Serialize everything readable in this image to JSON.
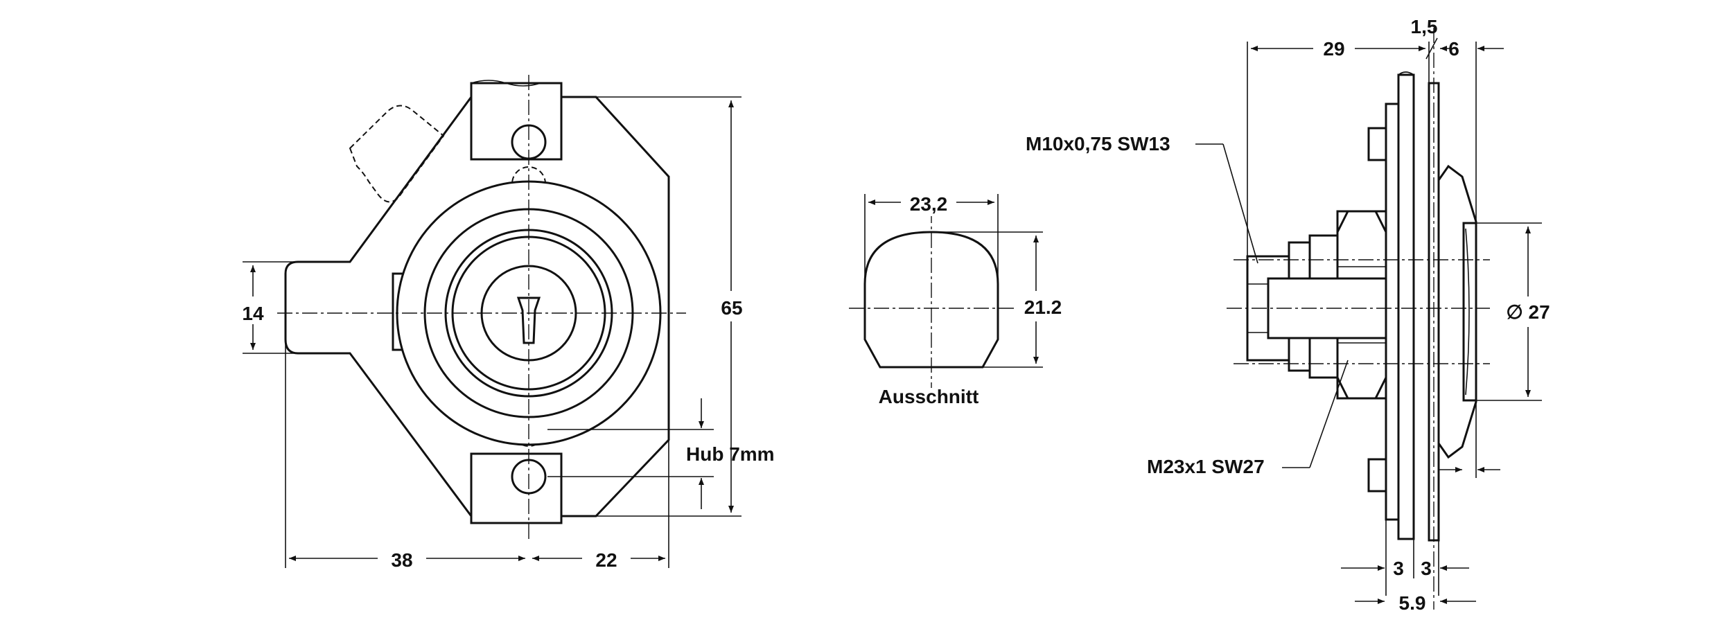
{
  "front_view": {
    "dims": {
      "height_total": "65",
      "tab_width": "14",
      "width_left": "38",
      "width_right": "22",
      "stroke": "Hub 7mm"
    }
  },
  "cutout": {
    "width": "23,2",
    "height": "21.2",
    "label": "Ausschnitt"
  },
  "side_view": {
    "dims": {
      "length": "29",
      "flange": "1,5",
      "front_depth": "6",
      "diameter": "∅ 27",
      "plate_a": "3",
      "plate_b": "3",
      "total_plate": "5.9"
    },
    "callouts": {
      "thread_small": "M10x0,75 SW13",
      "thread_large": "M23x1 SW27"
    }
  }
}
